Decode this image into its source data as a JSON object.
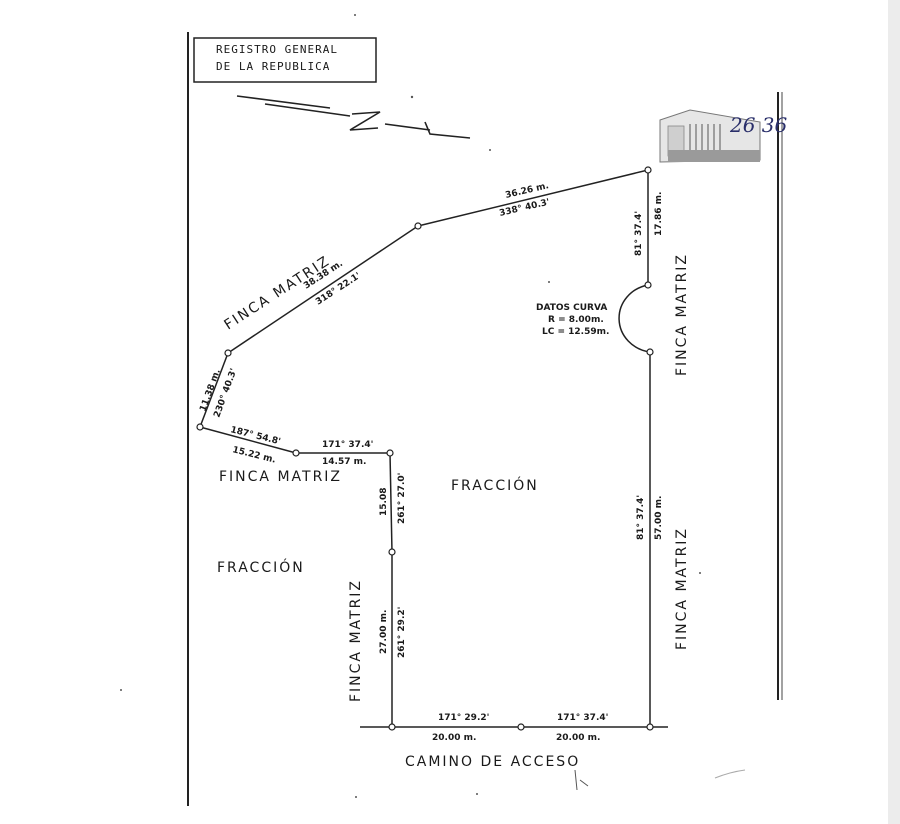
{
  "registry": {
    "line1": "REGISTRO GENERAL",
    "line2": "DE LA REPUBLICA"
  },
  "labels": {
    "finca_matriz_nw": "FINCA MATRIZ",
    "finca_matriz_mid": "FINCA MATRIZ",
    "finca_matriz_vertical_left": "FINCA MATRIZ",
    "finca_matriz_right_upper": "FINCA MATRIZ",
    "finca_matriz_right_lower": "FINCA MATRIZ",
    "fraccion_left": "FRACCIÓN",
    "fraccion_main": "FRACCIÓN",
    "camino": "CAMINO DE ACCESO"
  },
  "curve": {
    "title": "DATOS CURVA",
    "radius": "R = 8.00m.",
    "length": "LC = 12.59m."
  },
  "dimensions": {
    "top_right_len": "36.26 m.",
    "top_right_ang": "338° 40.3'",
    "diag_len": "38.38 m.",
    "diag_ang": "318° 22.1'",
    "left_short_len": "11.38 m.",
    "left_short_ang": "230° 40.3'",
    "mid_left_ang": "187° 54.8'",
    "mid_left_len": "15.22 m.",
    "mid_right_ang": "171° 37.4'",
    "mid_right_len": "14.57 m.",
    "vert_upper_len": "15.08",
    "vert_upper_ang": "261° 27.0'",
    "vert_lower_len": "27.00 m.",
    "vert_lower_ang": "261° 29.2'",
    "bottom_left_ang": "171° 29.2'",
    "bottom_left_len": "20.00 m.",
    "bottom_right_ang": "171° 37.4'",
    "bottom_right_len": "20.00 m.",
    "right_upper_ang": "81° 37.4'",
    "right_upper_len": "17.86 m.",
    "right_lower_ang": "81° 37.4'",
    "right_lower_len": "57.00 m."
  },
  "handwritten": {
    "page_ref": "26 36"
  }
}
